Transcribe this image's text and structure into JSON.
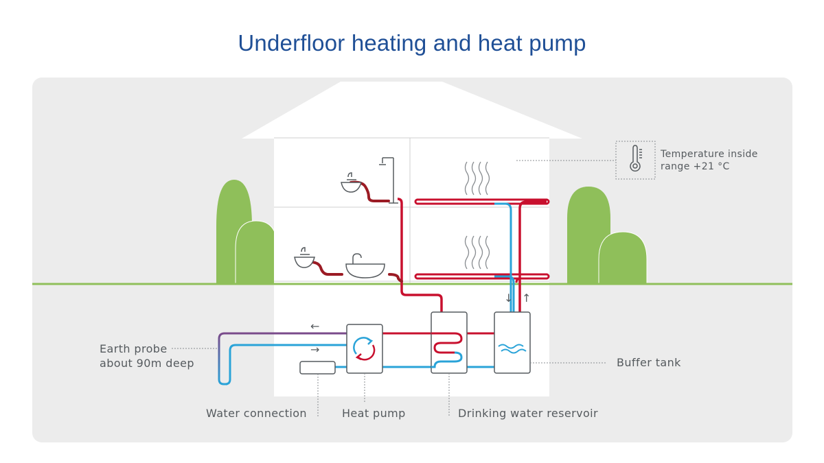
{
  "title": "Underfloor heating and heat pump",
  "labels": {
    "temperature_line1": "Temperature inside",
    "temperature_line2": "range +21 °C",
    "earth_probe_line1": "Earth probe",
    "earth_probe_line2": "about 90m deep",
    "buffer_tank": "Buffer tank",
    "water_connection": "Water connection",
    "heat_pump": "Heat pump",
    "drinking_water_reservoir": "Drinking water reservoir"
  },
  "flow_arrows": {
    "return_arrow": "←",
    "supply_arrow": "→",
    "down_arrow": "↓",
    "up_arrow": "↑"
  },
  "icons": [
    "thermometer-icon",
    "heat-waves-icon",
    "sink-icon",
    "shower-icon",
    "bathtub-icon",
    "heat-pump-cycle-icon",
    "wave-icon"
  ],
  "colors": {
    "title": "#1f4f96",
    "hot_pipe": "#c8102e",
    "cold_pipe": "#2aa3d8",
    "tree": "#8fbf5a",
    "ground_line": "#8fbf5a",
    "panel_bg": "#ececec"
  }
}
